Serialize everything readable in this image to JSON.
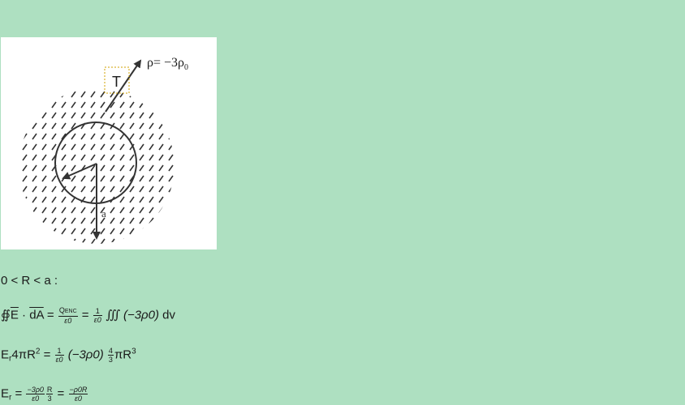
{
  "figure": {
    "rho_label": "ρ= −3ρ",
    "rho_sub": "0",
    "T_label": "T",
    "a_label": "a"
  },
  "lines": {
    "region": "0 < R < a :",
    "gauss": {
      "oint": "∯",
      "E": "E",
      "dot": " · ",
      "dA": "dA",
      "eq1": " = ",
      "q_num": "Q",
      "q_sub": "ENC",
      "eps_den": "ε0",
      "eq2": " = ",
      "one": "1",
      "eps_den2": "ε0",
      "triple": " ∭ ",
      "rho_expr": "(−3ρ0)",
      "dv": " dv"
    },
    "surface": {
      "E": "E",
      "E_sub": "r",
      "four_pi": "4π",
      "R": "R",
      "R_exp": "2",
      "eq": " = ",
      "one": "1",
      "eps": "ε0",
      "rho": " (−3ρ0) ",
      "four": "4",
      "three": "3",
      "pi_R": "πR",
      "R3_exp": "3"
    },
    "result": {
      "E": "E",
      "E_sub": "r",
      "eq1": " = ",
      "num1": "−3ρ0",
      "den1": "ε0",
      "num2": "R",
      "den2": "3",
      "eq2": " = ",
      "num3": "−ρ0R",
      "den3": "ε0"
    }
  }
}
